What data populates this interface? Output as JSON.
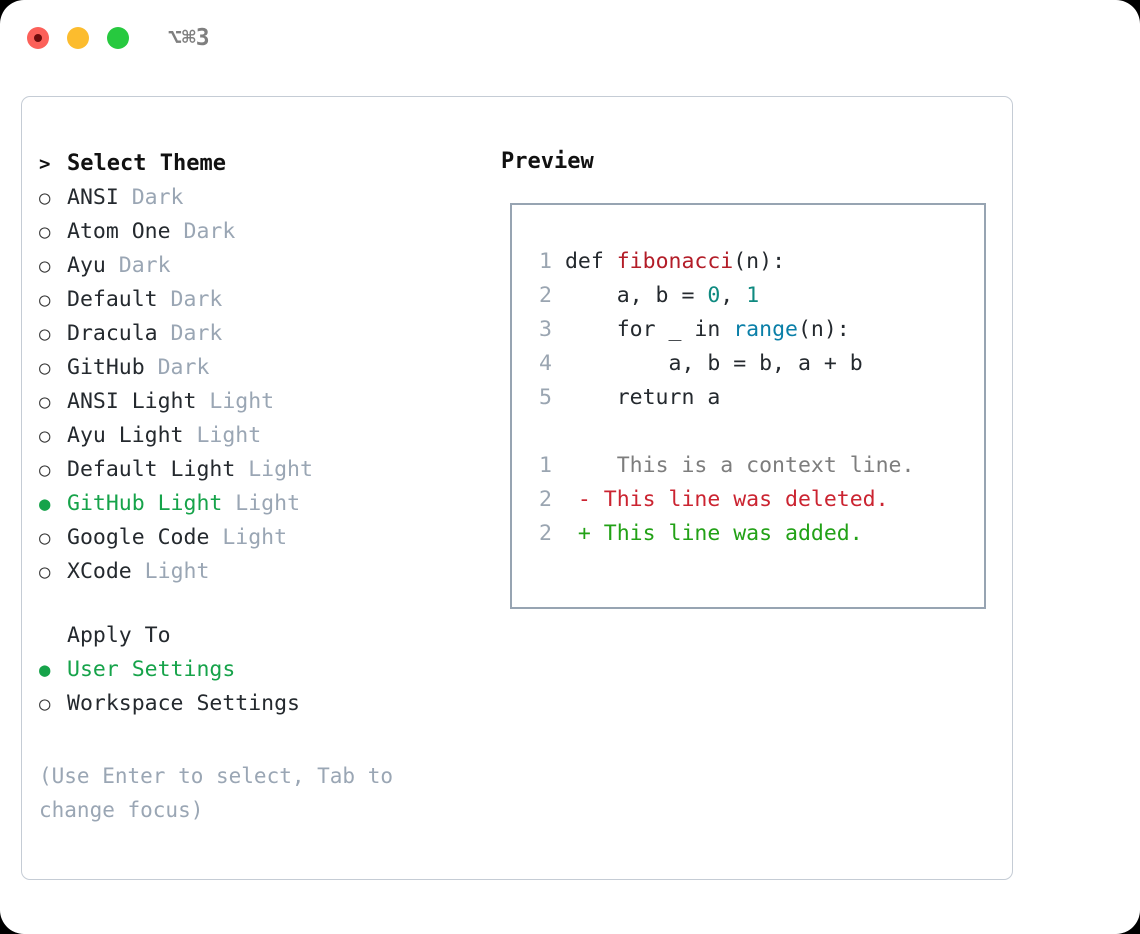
{
  "titlebar": {
    "shortcut": "⌥⌘3",
    "buttons": [
      "close",
      "minimize",
      "maximize"
    ],
    "colors": {
      "close": "#fc6059",
      "minimize": "#fcbc2e",
      "maximize": "#27c93f"
    }
  },
  "theme_picker": {
    "header_prompt": ">",
    "header_label": "Select Theme",
    "unselected_glyph": "○",
    "selected_glyph": "●",
    "items": [
      {
        "name": "ANSI",
        "tag": "Dark",
        "selected": false
      },
      {
        "name": "Atom One",
        "tag": "Dark",
        "selected": false
      },
      {
        "name": "Ayu",
        "tag": "Dark",
        "selected": false
      },
      {
        "name": "Default",
        "tag": "Dark",
        "selected": false
      },
      {
        "name": "Dracula",
        "tag": "Dark",
        "selected": false
      },
      {
        "name": "GitHub",
        "tag": "Dark",
        "selected": false
      },
      {
        "name": "ANSI Light",
        "tag": "Light",
        "selected": false
      },
      {
        "name": "Ayu Light",
        "tag": "Light",
        "selected": false
      },
      {
        "name": "Default Light",
        "tag": "Light",
        "selected": false
      },
      {
        "name": "GitHub Light",
        "tag": "Light",
        "selected": true
      },
      {
        "name": "Google Code",
        "tag": "Light",
        "selected": false
      },
      {
        "name": "XCode",
        "tag": "Light",
        "selected": false
      }
    ]
  },
  "apply_to": {
    "header_label": "Apply To",
    "options": [
      {
        "label": "User Settings",
        "selected": true
      },
      {
        "label": "Workspace Settings",
        "selected": false
      }
    ]
  },
  "hint": "(Use Enter to select, Tab to change focus)",
  "preview": {
    "title": "Preview",
    "code_lines": [
      {
        "num": "1",
        "tokens": [
          {
            "t": "def ",
            "c": "code-txt"
          },
          {
            "t": "fibonacci",
            "c": "fn"
          },
          {
            "t": "(n):",
            "c": "code-txt"
          }
        ]
      },
      {
        "num": "2",
        "tokens": [
          {
            "t": "    a, b = ",
            "c": "code-txt"
          },
          {
            "t": "0",
            "c": "num"
          },
          {
            "t": ", ",
            "c": "code-txt"
          },
          {
            "t": "1",
            "c": "num"
          }
        ]
      },
      {
        "num": "3",
        "tokens": [
          {
            "t": "    for _ in ",
            "c": "code-txt"
          },
          {
            "t": "range",
            "c": "bi"
          },
          {
            "t": "(n):",
            "c": "code-txt"
          }
        ]
      },
      {
        "num": "4",
        "tokens": [
          {
            "t": "        a, b = b, a + b",
            "c": "code-txt"
          }
        ]
      },
      {
        "num": "5",
        "tokens": [
          {
            "t": "    return a",
            "c": "code-txt"
          }
        ]
      }
    ],
    "diff_lines": [
      {
        "num": "1",
        "marker": " ",
        "text": "  This is a context line.",
        "c": "ctx"
      },
      {
        "num": "2",
        "marker": "-",
        "text": " This line was deleted.",
        "c": "del"
      },
      {
        "num": "2",
        "marker": "+",
        "text": " This line was added.",
        "c": "add"
      }
    ]
  },
  "colors": {
    "accent_green": "#16a34a",
    "muted": "#9aa6b4",
    "panel_border": "#c5ccd5",
    "preview_border": "#97a4b2",
    "keyword_fn": "#b31d28",
    "number": "#0f8a80",
    "builtin": "#0a7fa8",
    "diff_add": "#22a116",
    "diff_del": "#cb2431"
  }
}
